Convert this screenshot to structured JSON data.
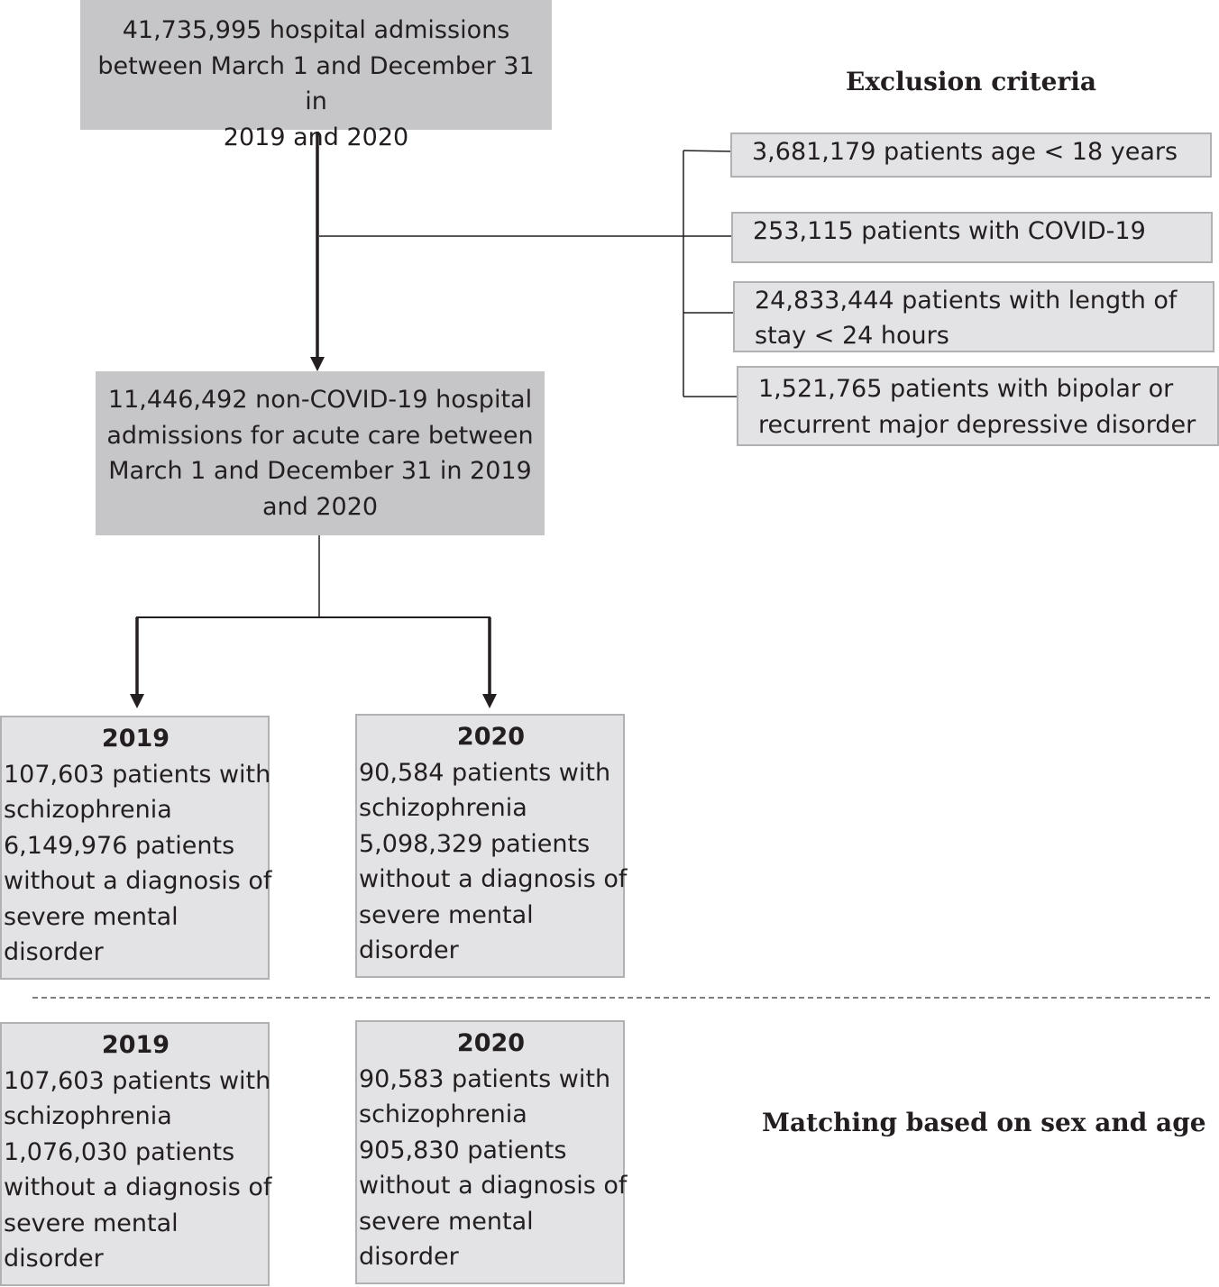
{
  "top_box": {
    "lines": [
      "41,735,995 hospital admissions",
      "between March 1 and December 31 in",
      "2019 and 2020"
    ]
  },
  "exclusion": {
    "title": "Exclusion criteria",
    "items": [
      {
        "lines": [
          "3,681,179 patients age < 18 years"
        ]
      },
      {
        "lines": [
          "253,115 patients with COVID-19"
        ]
      },
      {
        "lines": [
          "24,833,444 patients with length of",
          "stay < 24 hours"
        ]
      },
      {
        "lines": [
          "1,521,765 patients with bipolar or",
          "recurrent major depressive disorder"
        ]
      }
    ]
  },
  "middle_box": {
    "lines": [
      "11,446,492 non-COVID-19 hospital",
      "admissions for acute care between",
      "March 1 and December 31 in 2019",
      "and 2020"
    ]
  },
  "cohort_2019": {
    "year": "2019",
    "lines": [
      "107,603 patients with",
      "schizophrenia",
      "6,149,976 patients",
      "without a diagnosis of",
      "severe mental",
      "disorder"
    ]
  },
  "cohort_2020": {
    "year": "2020",
    "lines": [
      "90,584 patients with",
      "schizophrenia",
      "5,098,329 patients",
      "without a diagnosis of",
      "severe mental",
      "disorder"
    ]
  },
  "matched_2019": {
    "year": "2019",
    "lines": [
      "107,603 patients with",
      "schizophrenia",
      "1,076,030 patients",
      "without a diagnosis of",
      "severe mental",
      "disorder"
    ]
  },
  "matched_2020": {
    "year": "2020",
    "lines": [
      "90,583 patients with",
      "schizophrenia",
      "905,830 patients",
      "without a diagnosis of",
      "severe mental",
      "disorder"
    ]
  },
  "matching_label": "Matching based on sex and age",
  "colors": {
    "dark_box": "#c6c6c8",
    "light_box": "#e3e3e5",
    "line": "#231f20"
  }
}
